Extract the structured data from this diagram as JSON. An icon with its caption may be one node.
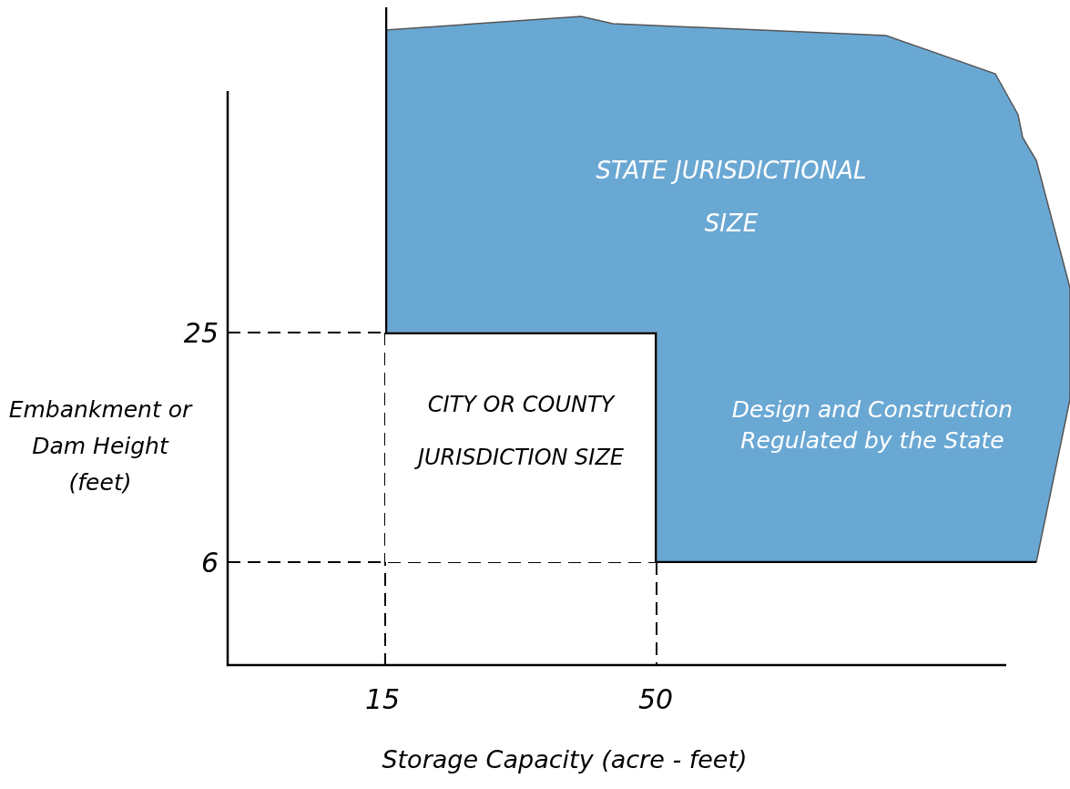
{
  "diagram": {
    "nodes": [
      {
        "text": [
          "STATE JURISDICTIONAL SIZE",
          "Design and Construction Regulated by the State"
        ]
      },
      {
        "text": [
          "CITY OR COUNTY JURISDICTION SIZE"
        ]
      }
    ],
    "labels": [
      "25",
      "Embankment or Dam Height (feet)",
      "6",
      "15",
      "50",
      "Storage Capacity (acre - feet)"
    ]
  }
}
